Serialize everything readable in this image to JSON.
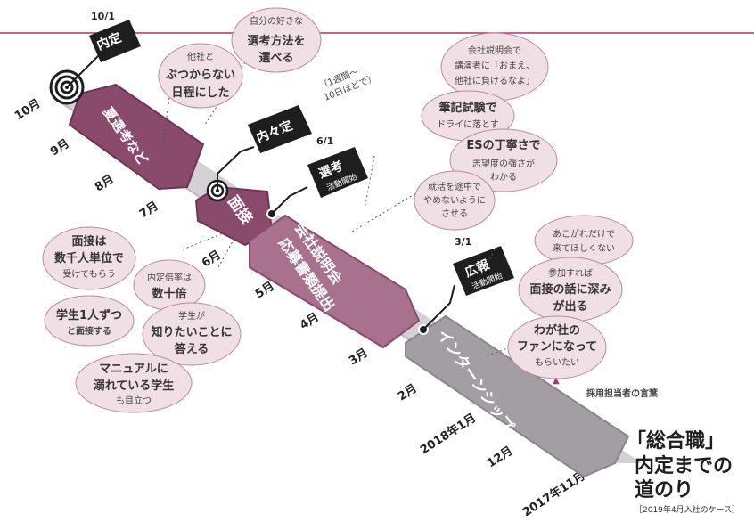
{
  "months": {
    "oct": "10月",
    "sep": "9月",
    "aug": "8月",
    "jul": "7月",
    "jun": "6月",
    "may": "5月",
    "apr": "4月",
    "mar": "3月",
    "feb": "2月",
    "jan": "2018年1月",
    "dec": "12月",
    "nov": "2017年11月"
  },
  "stages": {
    "natsukoshi": "夏選考など",
    "mensetsu": "面接",
    "setsumeikai_1": "会社説明会",
    "setsumeikai_2": "応募書類提出",
    "intern": "インターンシップ"
  },
  "milestones": {
    "naitei": {
      "date": "10/1",
      "label": "内定"
    },
    "nainaitei": {
      "label": "内々定",
      "note_1": "（1週間〜",
      "note_2": "10日ほどで）"
    },
    "senko": {
      "date": "6/1",
      "label": "選考",
      "sub": "活動開始"
    },
    "koho": {
      "date": "3/1",
      "label": "広報",
      "sub": "活動開始"
    }
  },
  "bubbles": {
    "b1": {
      "l1": "自分の好きな",
      "l2": "選考方法を",
      "l3": "選べる"
    },
    "b2": {
      "l1": "他社と",
      "l2": "ぶつからない",
      "l3": "日程にした"
    },
    "b3": {
      "l1": "会社説明会で",
      "l2": "講演者に「おまえ、",
      "l3": "他社に負けるなよ」"
    },
    "b4": {
      "l1": "筆記試験で",
      "l2": "ドライに落とす"
    },
    "b5": {
      "l1": "ESの丁寧さで",
      "l2": "志望度の強さが",
      "l3": "わかる"
    },
    "b6": {
      "l1": "就活を途中で",
      "l2": "やめないように",
      "l3": "させる"
    },
    "b7": {
      "l1": "面接は",
      "l2": "数千人単位で",
      "l3": "受けてもらう"
    },
    "b8": {
      "l1": "内定倍率は",
      "l2": "数十倍"
    },
    "b9": {
      "l1": "学生1人ずつ",
      "l2": "と面接する"
    },
    "b10": {
      "l1": "学生が",
      "l2": "知りたいことに",
      "l3": "答える"
    },
    "b11": {
      "l1": "マニュアルに",
      "l2": "溺れている学生",
      "l3": "も目立つ"
    },
    "b12": {
      "l1": "あこがれだけで",
      "l2": "来てほしくない"
    },
    "b13": {
      "l1": "参加すれば",
      "l2": "面接の話に深み",
      "l3": "が出る"
    },
    "b14": {
      "l1": "わが社の",
      "l2": "ファンになって",
      "l3": "もらいたい"
    }
  },
  "legend": {
    "mark": "▲",
    "text": "採用担当者の言葉"
  },
  "title": {
    "l1": "「総合職」",
    "l2": "内定までの",
    "l3": "道のり",
    "caption": "［2019年4月入社のケース］"
  },
  "colors": {
    "accent": "#b0316e",
    "plum": "#8a4a6c",
    "plum_light": "#a8718e",
    "gray": "#a39ea4",
    "dark": "#1e1e1e"
  }
}
